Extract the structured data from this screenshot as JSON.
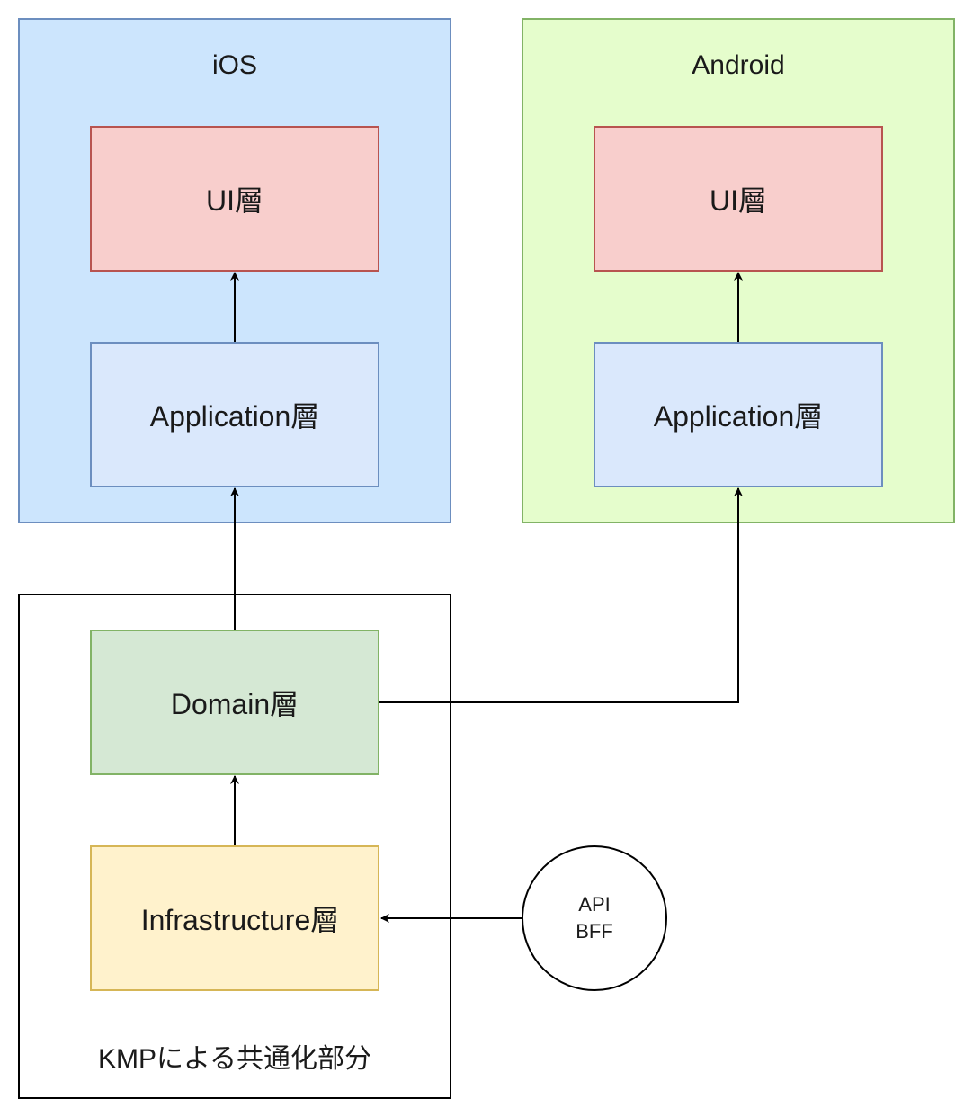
{
  "diagram": {
    "containers": {
      "ios": {
        "title": "iOS",
        "fill": "#cce5fd",
        "stroke": "#6c8ebf"
      },
      "android": {
        "title": "Android",
        "fill": "#e5fdcc",
        "stroke": "#82b366"
      },
      "kmp": {
        "title": "KMPによる共通化部分",
        "fill": "#ffffff",
        "stroke": "#000000"
      }
    },
    "nodes": {
      "ios_ui": {
        "label": "UI層",
        "fill": "#f8cecc",
        "stroke": "#b85450"
      },
      "ios_app": {
        "label": "Application層",
        "fill": "#dae8fc",
        "stroke": "#6c8ebf"
      },
      "android_ui": {
        "label": "UI層",
        "fill": "#f8cecc",
        "stroke": "#b85450"
      },
      "android_app": {
        "label": "Application層",
        "fill": "#dae8fc",
        "stroke": "#6c8ebf"
      },
      "domain": {
        "label": "Domain層",
        "fill": "#d5e8d4",
        "stroke": "#82b366"
      },
      "infra": {
        "label": "Infrastructure層",
        "fill": "#fff2cc",
        "stroke": "#d6b656"
      },
      "api": {
        "label_line1": "API",
        "label_line2": "BFF",
        "fill": "#ffffff",
        "stroke": "#000000"
      }
    },
    "edges": [
      {
        "from": "ios_app",
        "to": "ios_ui"
      },
      {
        "from": "android_app",
        "to": "android_ui"
      },
      {
        "from": "domain",
        "to": "ios_app"
      },
      {
        "from": "domain",
        "to": "android_app"
      },
      {
        "from": "infra",
        "to": "domain"
      },
      {
        "from": "api",
        "to": "infra"
      }
    ]
  }
}
